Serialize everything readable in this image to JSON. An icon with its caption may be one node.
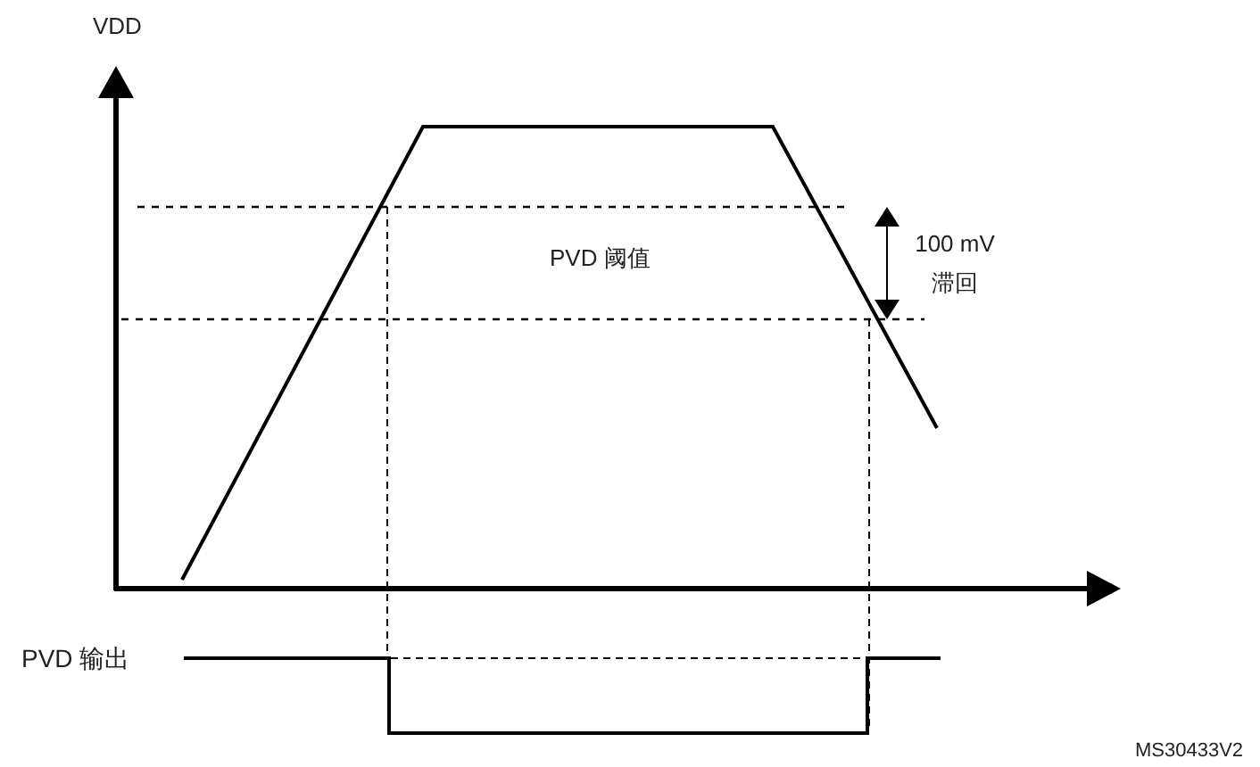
{
  "diagram": {
    "labels": [
      "VDD",
      "PVD 阈值",
      "100 mV 滞回",
      "PVD 输出",
      "MS30433V2"
    ]
  }
}
